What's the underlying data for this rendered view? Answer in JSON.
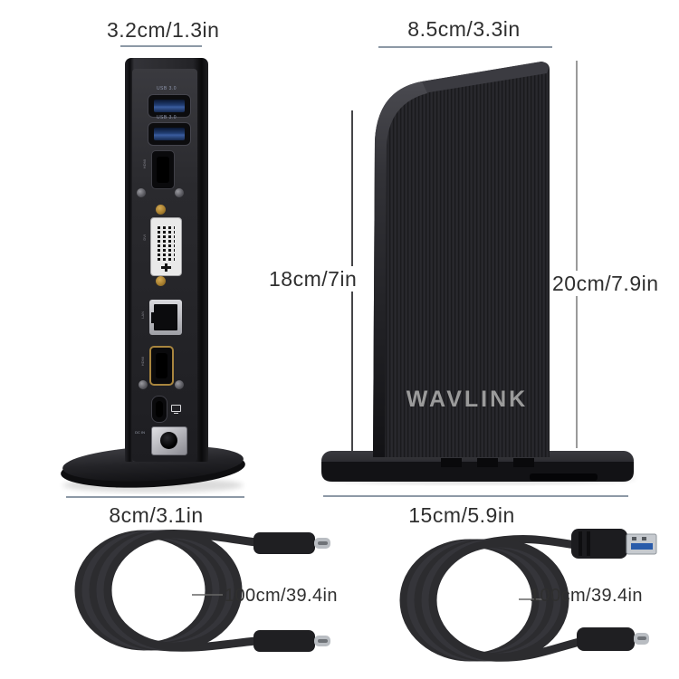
{
  "annotations": {
    "rear_width": "3.2cm/1.3in",
    "side_depth": "8.5cm/3.3in",
    "rear_height": "18cm/7in",
    "side_height": "20cm/7.9in",
    "rear_base_width": "8cm/3.1in",
    "side_base_depth": "15cm/5.9in"
  },
  "cables": {
    "left": {
      "length_label": "100cm/39.4in"
    },
    "right": {
      "length_label": "100cm/39.4in"
    }
  },
  "device": {
    "brand_logo": "WAVLINK",
    "rear_ports": {
      "usb_top_label": "USB 3.0",
      "usb_bottom_label": "USB 3.0",
      "hdmi_top_label": "HDMI",
      "dvi_label": "DVI",
      "lan_label": "LAN",
      "hdmi_bottom_label": "HDMI",
      "dc_label": "DC IN"
    }
  },
  "colors": {
    "background": "#ffffff",
    "annotation_text": "#2f2f2f",
    "dim_line_horizontal": "#8d99a6",
    "dim_line_vertical_dark": "#454548",
    "dim_line_vertical_gray": "#9a9a9a",
    "device_body_black": "#242428",
    "usb_port_blue": "#3a5da0",
    "hdmi_gold": "#a8853e",
    "dvi_white": "#e9e9e9",
    "logo_gray": "#9b9b9b",
    "cable_black": "#2c2c2f",
    "usb_a_metal": "#c6cacf",
    "usb_a_blue": "#2a5caa"
  }
}
